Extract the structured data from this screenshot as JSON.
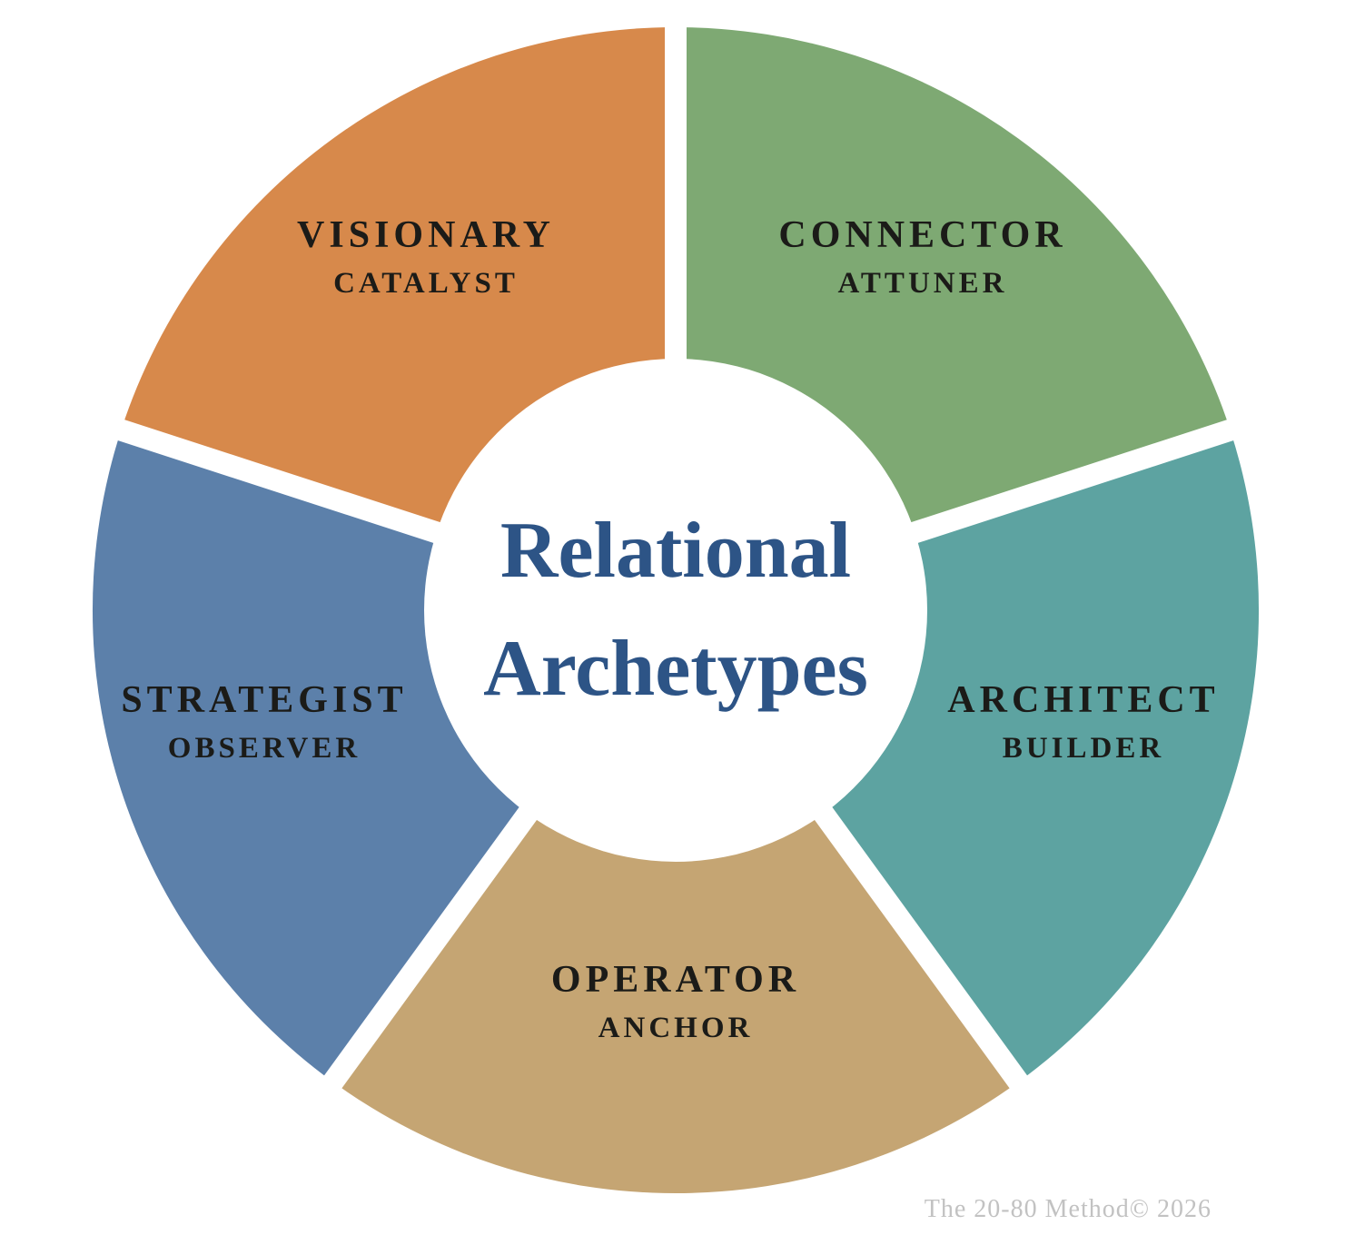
{
  "title": {
    "line1": "Relational",
    "line2": "Archetypes",
    "color": "#2D5486"
  },
  "wheel": {
    "background_color": "#FFFFFF",
    "divider_color": "#FFFFFF",
    "label_text_color": "#1B1B18",
    "segments": [
      {
        "id": "visionary",
        "label": "VISIONARY",
        "sublabel": "CATALYST",
        "color": "#D7894B",
        "start_angle": 288,
        "end_angle": 360
      },
      {
        "id": "connector",
        "label": "CONNECTOR",
        "sublabel": "ATTUNER",
        "color": "#7EA973",
        "start_angle": 0,
        "end_angle": 72
      },
      {
        "id": "architect",
        "label": "ARCHITECT",
        "sublabel": "BUILDER",
        "color": "#5DA3A1",
        "start_angle": 72,
        "end_angle": 144
      },
      {
        "id": "operator",
        "label": "OPERATOR",
        "sublabel": "ANCHOR",
        "color": "#C5A573",
        "start_angle": 144,
        "end_angle": 216
      },
      {
        "id": "strategist",
        "label": "STRATEGIST",
        "sublabel": "OBSERVER",
        "color": "#5C80AA",
        "start_angle": 216,
        "end_angle": 288
      }
    ]
  },
  "footer": {
    "text": "The 20-80 Method© 2026",
    "color": "#C2C2C2"
  }
}
